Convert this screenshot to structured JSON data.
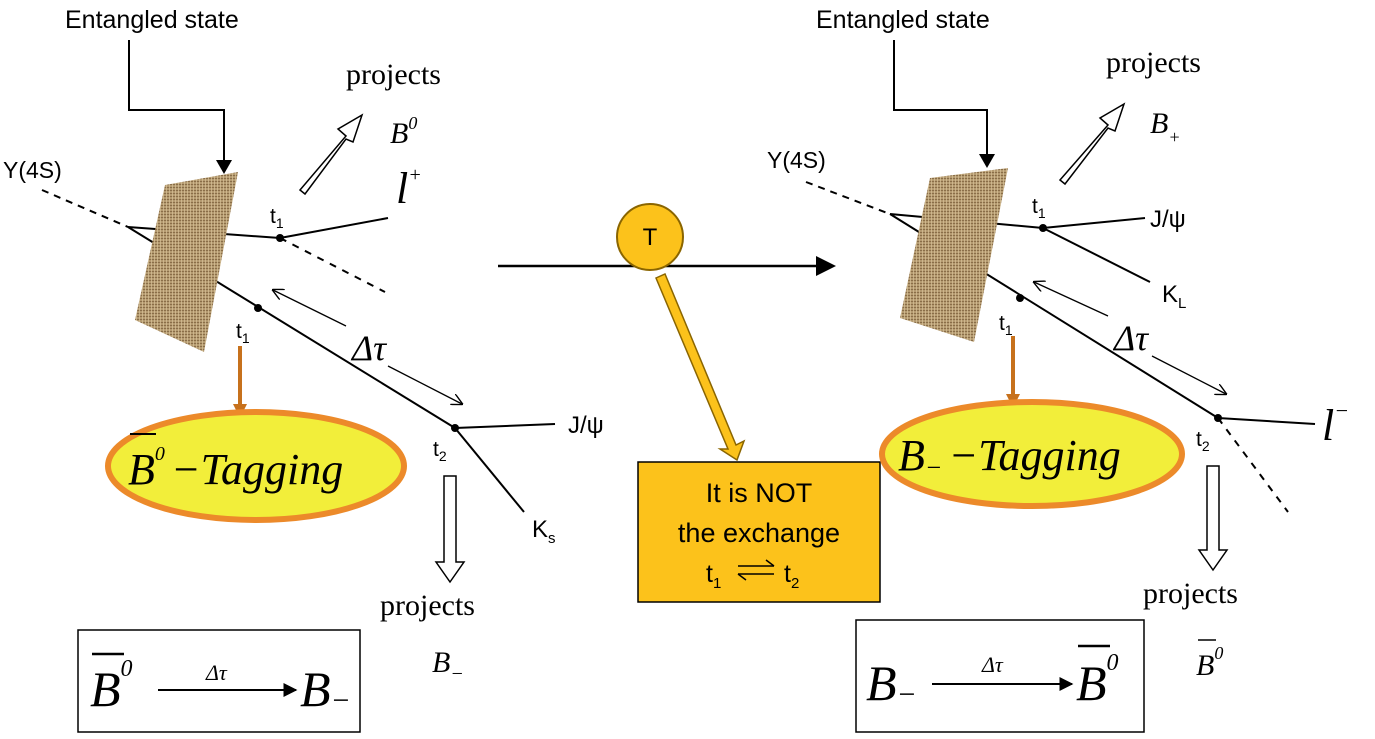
{
  "left": {
    "entangled_label": "Entangled state",
    "upsilon_label": "Υ(4S)",
    "projects_top_label": "projects",
    "projects_top_target": "B",
    "projects_top_target_sup": "0",
    "t1_upper_label": "t",
    "t1_upper_sub": "1",
    "lepton_label": "l",
    "lepton_sup": "+",
    "t1_lower_label": "t",
    "t1_lower_sub": "1",
    "delta_tau_label": "Δτ",
    "t2_label": "t",
    "t2_sub": "2",
    "jpsi_label": "J/ψ",
    "ks_label": "K",
    "ks_sub": "s",
    "tagging_symbol": "B",
    "tagging_sup": "0",
    "tagging_text": "−Tagging",
    "projects_bottom_label": "projects",
    "projects_bottom_target": "B",
    "projects_bottom_target_sub": "−",
    "box_from": "B",
    "box_from_sup": "0",
    "box_arrow_label": "Δτ",
    "box_to": "B",
    "box_to_sub": "−"
  },
  "middle": {
    "t_operator_label": "T",
    "note_line1": "It is NOT",
    "note_line2": "the exchange",
    "note_t1": "t",
    "note_t1_sub": "1",
    "note_t2": "t",
    "note_t2_sub": "2"
  },
  "right": {
    "entangled_label": "Entangled state",
    "upsilon_label": "Υ(4S)",
    "projects_top_label": "projects",
    "projects_top_target": "B",
    "projects_top_target_sub": "+",
    "t1_upper_label": "t",
    "t1_upper_sub": "1",
    "jpsi_label": "J/ψ",
    "kl_label": "K",
    "kl_sub": "L",
    "t1_lower_label": "t",
    "t1_lower_sub": "1",
    "delta_tau_label": "Δτ",
    "t2_label": "t",
    "t2_sub": "2",
    "lepton_label": "l",
    "lepton_sup": "−",
    "tagging_symbol": "B",
    "tagging_sub": "−",
    "tagging_text": "−Tagging",
    "projects_bottom_label": "projects",
    "projects_bottom_target": "B",
    "projects_bottom_target_sup": "0",
    "box_from": "B",
    "box_from_sub": "−",
    "box_arrow_label": "Δτ",
    "box_to": "B",
    "box_to_sup": "0"
  },
  "colors": {
    "tagging_fill": "#f2ee3a",
    "tagging_stroke": "#ec8a2a",
    "note_fill": "#fcc21b",
    "operator_fill": "#fcc21b",
    "pointer_fill": "#fcc21b",
    "tag_arrow": "#c7711c",
    "barrier_fill": "#b0946a"
  }
}
